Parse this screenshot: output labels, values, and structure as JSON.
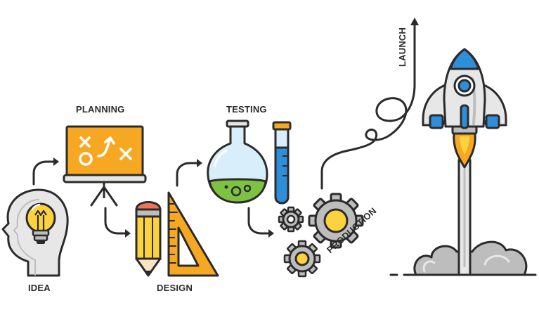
{
  "stages": {
    "idea": "IDEA",
    "planning": "PLANNING",
    "design": "DESIGN",
    "testing": "TESTING",
    "production": "PRODUCTION",
    "launch": "LAUNCH"
  },
  "icons": {
    "idea": "head-lightbulb-icon",
    "planning": "strategy-board-icon",
    "design": "pencil-ruler-icon",
    "testing": "flask-test-tube-icon",
    "production": "gears-icon",
    "launch": "rocket-icon"
  },
  "colors": {
    "outline": "#2b2b2b",
    "orange": "#f7a823",
    "orange_dark": "#e8932a",
    "yellow": "#fdd23f",
    "red": "#f07258",
    "green": "#7dc242",
    "blue": "#2e8fd8",
    "light_blue": "#d9eefb",
    "gray": "#bdbdbd",
    "light_gray": "#e7e7e7",
    "white": "#ffffff"
  }
}
